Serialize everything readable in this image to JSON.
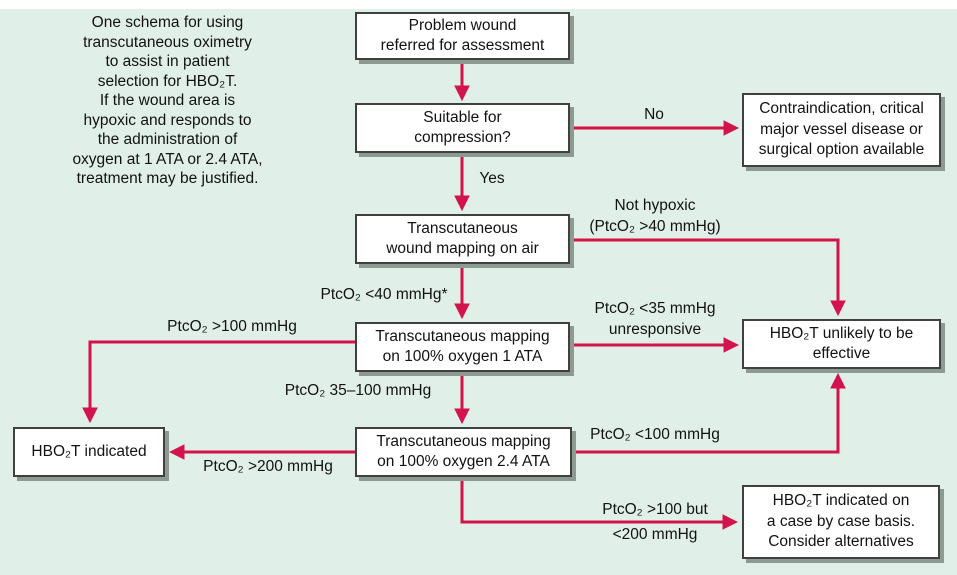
{
  "palette": {
    "background": "#e0efe7",
    "arrow": "#d3134e",
    "box_border": "#404040",
    "box_shadow": "#8c9a91",
    "text": "#121212"
  },
  "intro": {
    "text": "One schema for using\ntranscutaneous oximetry\nto assist in patient\nselection for HBO₂T.\nIf the wound area is\nhypoxic and responds to\nthe administration of\noxygen at 1 ATA or 2.4 ATA,\ntreatment may be justified."
  },
  "nodes": {
    "problem_wound": {
      "label": "Problem wound\nreferred for assessment"
    },
    "suitable": {
      "label": "Suitable for\ncompression?"
    },
    "contraindication": {
      "label": "Contraindication, critical\nmajor vessel disease or\nsurgical option available"
    },
    "mapping_air": {
      "label": "Transcutaneous\nwound mapping on air"
    },
    "mapping_1ata": {
      "label": "Transcutaneous mapping\non 100% oxygen 1 ATA"
    },
    "unlikely": {
      "label": "HBO₂T unlikely to be\neffective"
    },
    "mapping_24ata": {
      "label": "Transcutaneous mapping\non 100% oxygen 2.4 ATA"
    },
    "indicated": {
      "label": "HBO₂T indicated"
    },
    "case_by_case": {
      "label": "HBO₂T indicated on\na case by case basis.\nConsider alternatives"
    }
  },
  "edge_labels": {
    "no": "No",
    "yes": "Yes",
    "not_hypoxic": "Not hypoxic\n(PtcO₂ >40 mmHg)",
    "lt40": "PtcO₂ <40 mmHg*",
    "gt100": "PtcO₂ >100 mmHg",
    "lt35_unresponsive": "PtcO₂ <35 mmHg\nunresponsive",
    "range35_100": "PtcO₂ 35–100 mmHg",
    "lt100": "PtcO₂ <100 mmHg",
    "gt200": "PtcO₂ >200 mmHg",
    "gt100_lt200": "PtcO₂ >100 but\n<200 mmHg"
  }
}
